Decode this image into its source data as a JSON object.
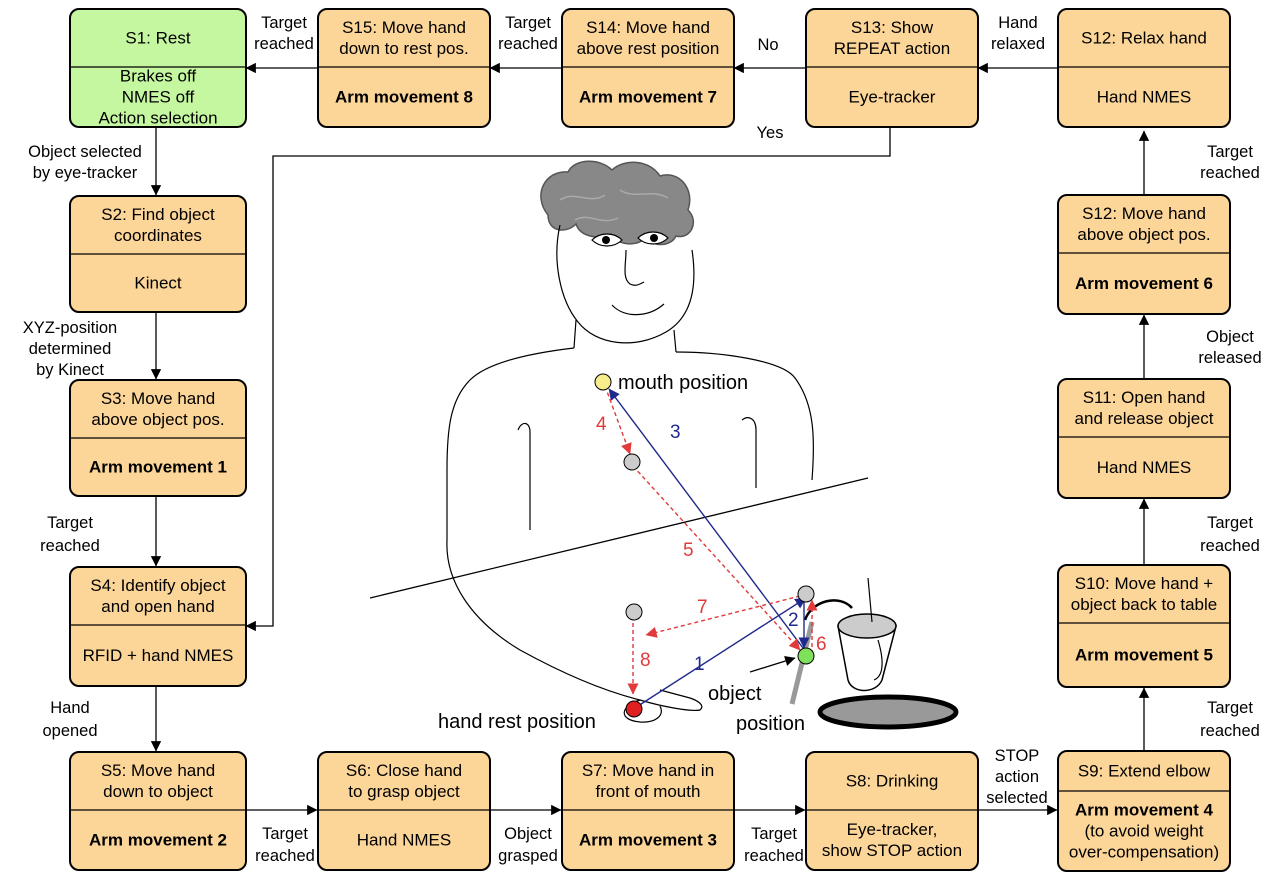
{
  "colors": {
    "state_fill": "#fcd598",
    "start_fill": "#c4f7a0",
    "blue_path": "#1f2a8c",
    "red_path": "#e03a3a",
    "mouth_marker": "#f7ed8c",
    "waypoint_marker": "#cccccc",
    "object_marker": "#7fe05a",
    "rest_marker": "#e02020"
  },
  "states": {
    "s1": {
      "title": [
        "S1: Rest"
      ],
      "body": [
        "Brakes off",
        "NMES off",
        "Action selection"
      ],
      "body_bold": false
    },
    "s15": {
      "title": [
        "S15: Move hand",
        "down to rest pos."
      ],
      "body": [
        "Arm movement 8"
      ],
      "body_bold": true
    },
    "s14": {
      "title": [
        "S14: Move hand",
        "above rest position"
      ],
      "body": [
        "Arm movement 7"
      ],
      "body_bold": true
    },
    "s13": {
      "title": [
        "S13: Show",
        "REPEAT action"
      ],
      "body": [
        "Eye-tracker"
      ],
      "body_bold": false
    },
    "s12r": {
      "title": [
        "S12: Relax hand"
      ],
      "body": [
        "Hand NMES"
      ],
      "body_bold": false
    },
    "s2": {
      "title": [
        "S2: Find object",
        "coordinates"
      ],
      "body": [
        "Kinect"
      ],
      "body_bold": false
    },
    "s12m": {
      "title": [
        "S12: Move hand",
        "above object pos."
      ],
      "body": [
        "Arm movement 6"
      ],
      "body_bold": true
    },
    "s3": {
      "title": [
        "S3: Move hand",
        "above object pos."
      ],
      "body": [
        "Arm movement 1"
      ],
      "body_bold": true
    },
    "s11": {
      "title": [
        "S11: Open hand",
        "and release object"
      ],
      "body": [
        "Hand NMES"
      ],
      "body_bold": false
    },
    "s4": {
      "title": [
        "S4: Identify object",
        "and open hand"
      ],
      "body": [
        "RFID + hand NMES"
      ],
      "body_bold": false
    },
    "s10": {
      "title": [
        "S10: Move hand +",
        "object back to table"
      ],
      "body": [
        "Arm movement 5"
      ],
      "body_bold": true
    },
    "s5": {
      "title": [
        "S5: Move hand",
        "down to object"
      ],
      "body": [
        "Arm movement 2"
      ],
      "body_bold": true
    },
    "s6": {
      "title": [
        "S6: Close hand",
        "to grasp object"
      ],
      "body": [
        "Hand NMES"
      ],
      "body_bold": false
    },
    "s7": {
      "title": [
        "S7: Move hand in",
        "front of mouth"
      ],
      "body": [
        "Arm movement 3"
      ],
      "body_bold": true
    },
    "s8": {
      "title": [
        "S8: Drinking"
      ],
      "body": [
        "Eye-tracker,",
        "show STOP action"
      ],
      "body_bold": false
    },
    "s9": {
      "title": [
        "S9: Extend elbow"
      ],
      "body": [
        "Arm movement 4",
        "(to avoid weight",
        "over-compensation)"
      ],
      "body_bold": false
    }
  },
  "transitions": {
    "s15_s1": [
      "Target",
      "reached"
    ],
    "s14_s15": [
      "Target",
      "reached"
    ],
    "s13_no": [
      "No"
    ],
    "s13_yes": [
      "Yes"
    ],
    "s12_s13": [
      "Hand",
      "relaxed"
    ],
    "s1_s2": [
      "Object selected",
      "by eye-tracker"
    ],
    "s12m_s12r": [
      "Target",
      "reached"
    ],
    "s2_s3": [
      "XYZ-position",
      "determined",
      "by Kinect"
    ],
    "s11_s12m": [
      "Object",
      "released"
    ],
    "s3_s4": [
      "Target",
      "reached"
    ],
    "s10_s11": [
      "Target",
      "reached"
    ],
    "s4_s5": [
      "Hand",
      "opened"
    ],
    "s9_s10": [
      "Target",
      "reached"
    ],
    "s5_s6": [
      "Target",
      "reached"
    ],
    "s6_s7": [
      "Object",
      "grasped"
    ],
    "s7_s8": [
      "Target",
      "reached"
    ],
    "s8_s9": [
      "STOP",
      "action",
      "selected"
    ]
  },
  "illustration": {
    "mouth_label": "mouth position",
    "object_label": [
      "object",
      "position"
    ],
    "rest_label": "hand rest position",
    "segments": [
      "1",
      "2",
      "3",
      "4",
      "5",
      "6",
      "7",
      "8"
    ]
  }
}
